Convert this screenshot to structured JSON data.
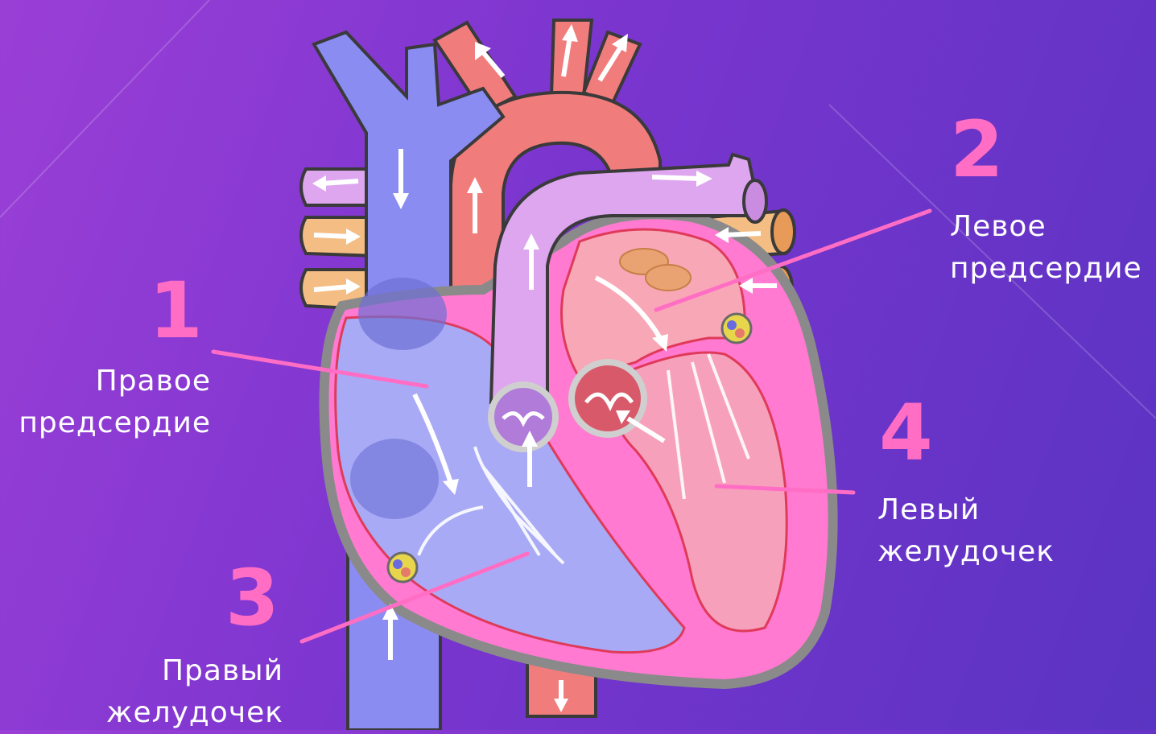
{
  "colors": {
    "background_start": "#9a3fd6",
    "background_end": "#5a34c2",
    "accent": "#ff6ec4",
    "label_text": "#ffffff",
    "vein_blue": "#8a8cf2",
    "artery_red": "#f07c7c",
    "pulmonary_lilac": "#dda6ef",
    "pulmonary_vein_tan": "#f4bd84",
    "left_heart_pink": "#f6a0b4",
    "heart_wall": "#ff7ad0"
  },
  "labels": [
    {
      "number": "1",
      "line1": "Правое",
      "line2": "предсердие"
    },
    {
      "number": "2",
      "line1": "Левое",
      "line2": "предсердие"
    },
    {
      "number": "3",
      "line1": "Правый",
      "line2": "желудочек"
    },
    {
      "number": "4",
      "line1": "Левый",
      "line2": "желудочек"
    }
  ]
}
